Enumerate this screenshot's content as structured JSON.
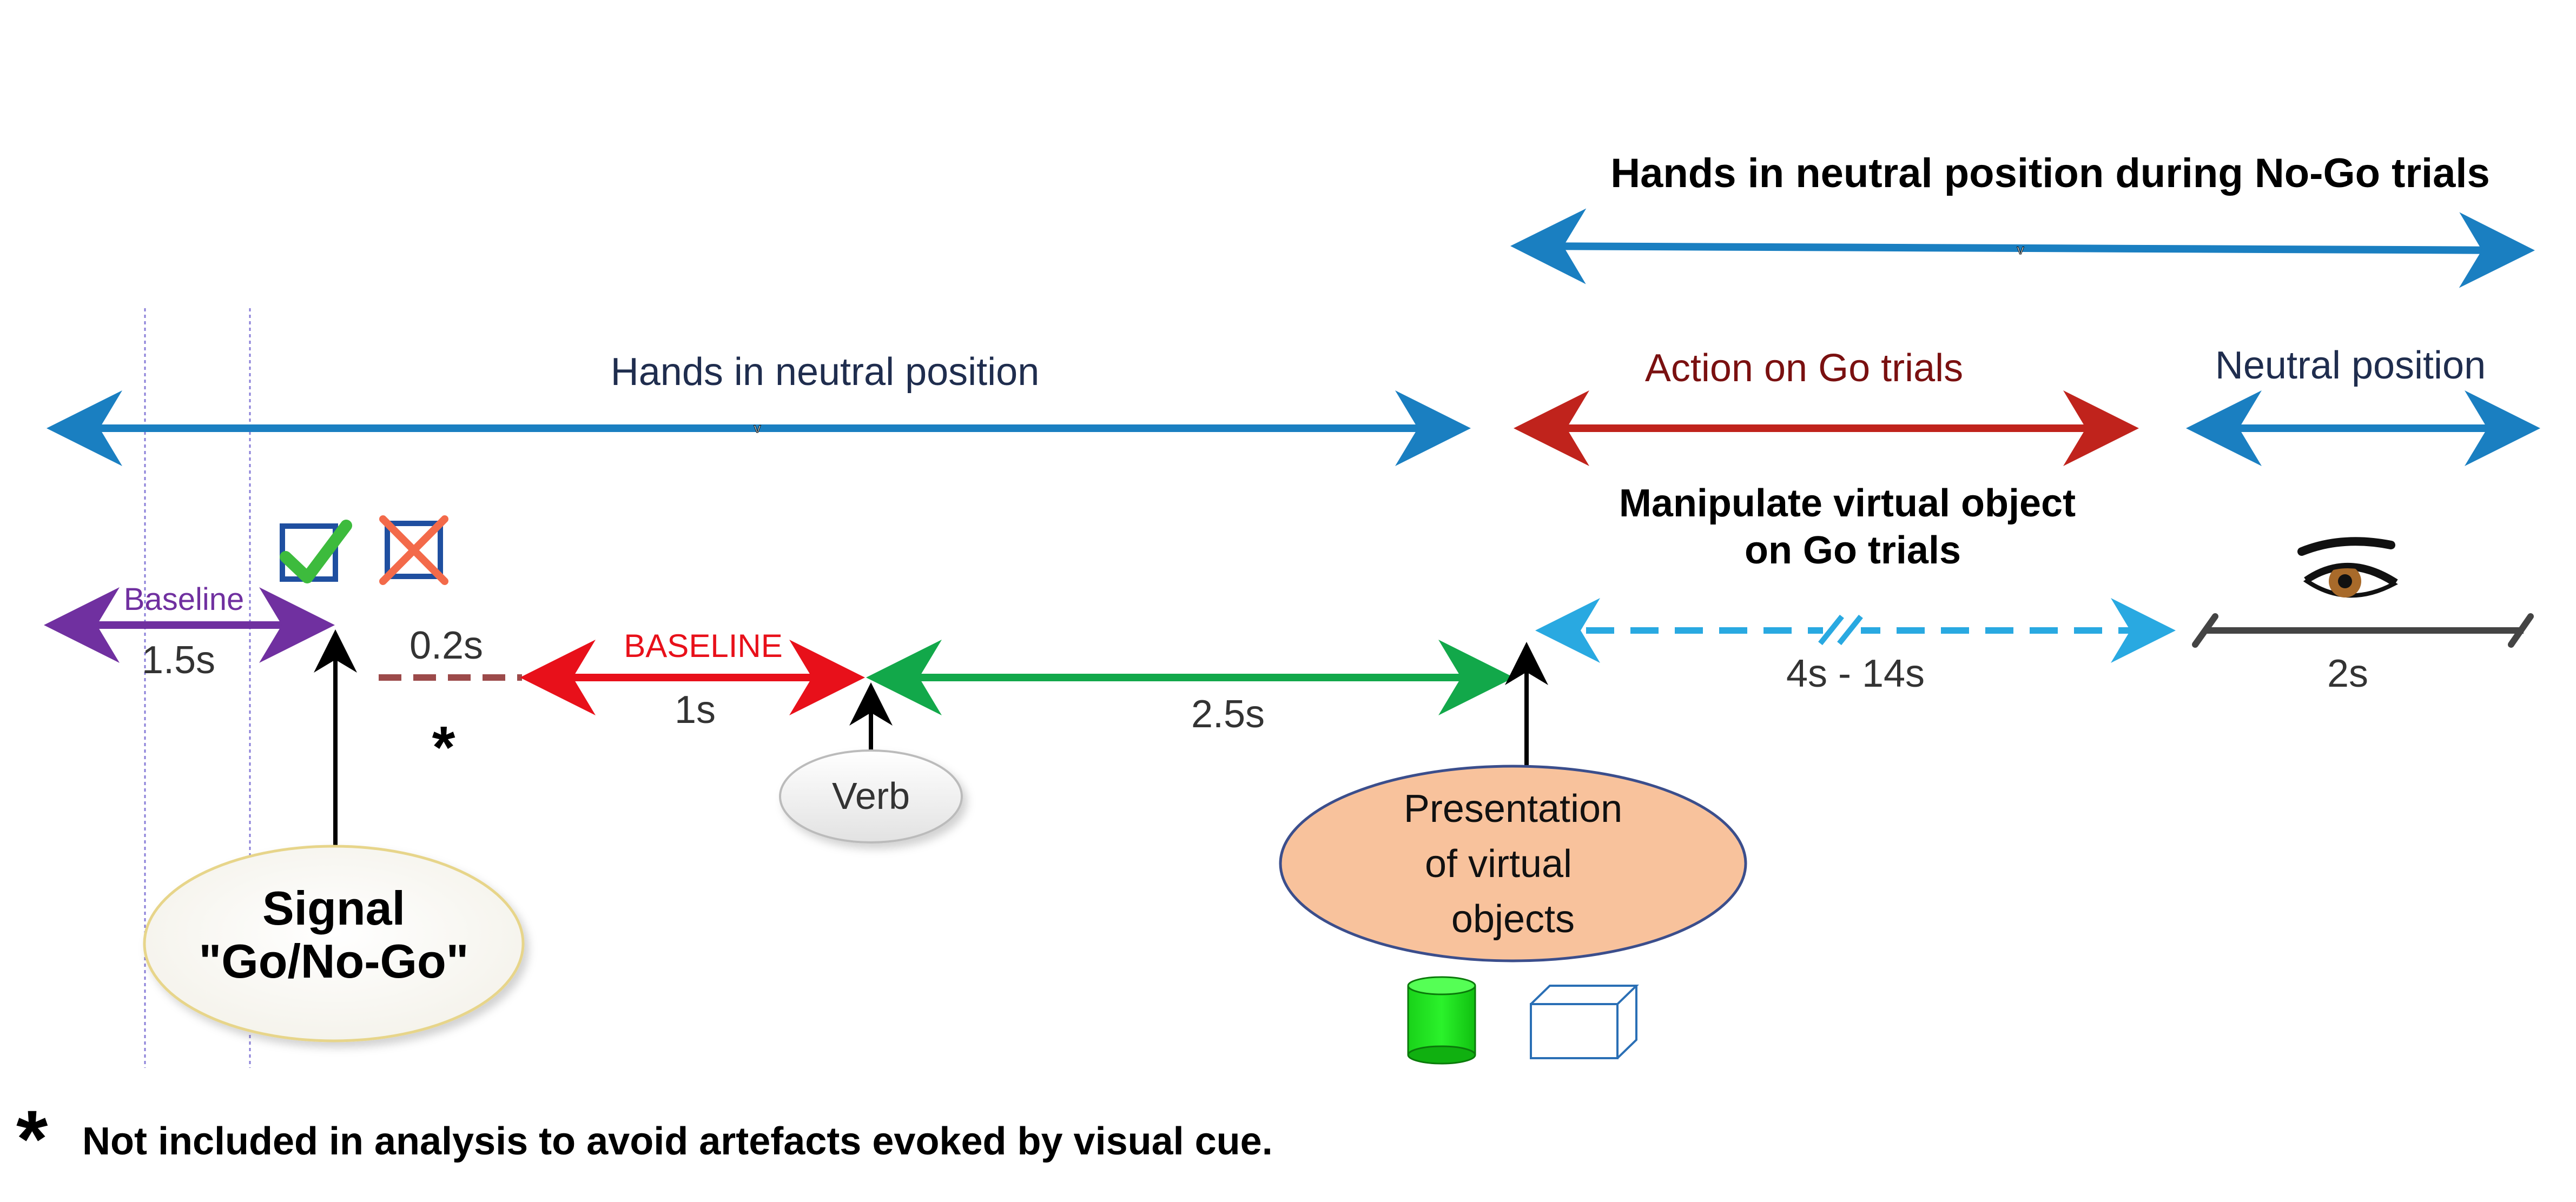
{
  "colors": {
    "blue": "#1A7FC1",
    "purple": "#7030A0",
    "red": "#E8101A",
    "dark_red": "#C0231C",
    "green": "#12A84A",
    "light_blue": "#29A9E1",
    "gray": "#444444",
    "dash_brown": "#9C4A4A",
    "navy": "#1F2D4E",
    "maroon": "#7A1010",
    "orange_fill": "#F8C29C",
    "signal_border": "#E7D58A",
    "check_green": "#3DBB3D",
    "box_blue": "#1F4FA0"
  },
  "labels": {
    "hands_neutral_nogo": "Hands in neutral position during No-Go trials",
    "hands_neutral": "Hands in neutral position",
    "action_go": "Action on Go trials",
    "neutral_position": "Neutral position",
    "manipulate_line1": "Manipulate virtual object",
    "manipulate_line2": "on Go trials",
    "baseline_small": "Baseline",
    "baseline_caps": "BASELINE",
    "dur_1_5s": "1.5s",
    "dur_0_2s": "0.2s",
    "dur_1s": "1s",
    "dur_2_5s": "2.5s",
    "dur_4_14s": "4s - 14s",
    "dur_2s": "2s",
    "asterisk": "*",
    "verb": "Verb",
    "signal_line1": "Signal",
    "signal_line2": "\"Go/No-Go\"",
    "presentation_line1": "Presentation",
    "presentation_line2": "of virtual",
    "presentation_line3": "objects",
    "footnote_star": "*",
    "footnote_text": "Not included in analysis to avoid artefacts evoked by visual cue."
  },
  "icons": [
    "check-box-icon",
    "cross-box-icon",
    "eye-icon",
    "cylinder-icon",
    "box-icon"
  ]
}
